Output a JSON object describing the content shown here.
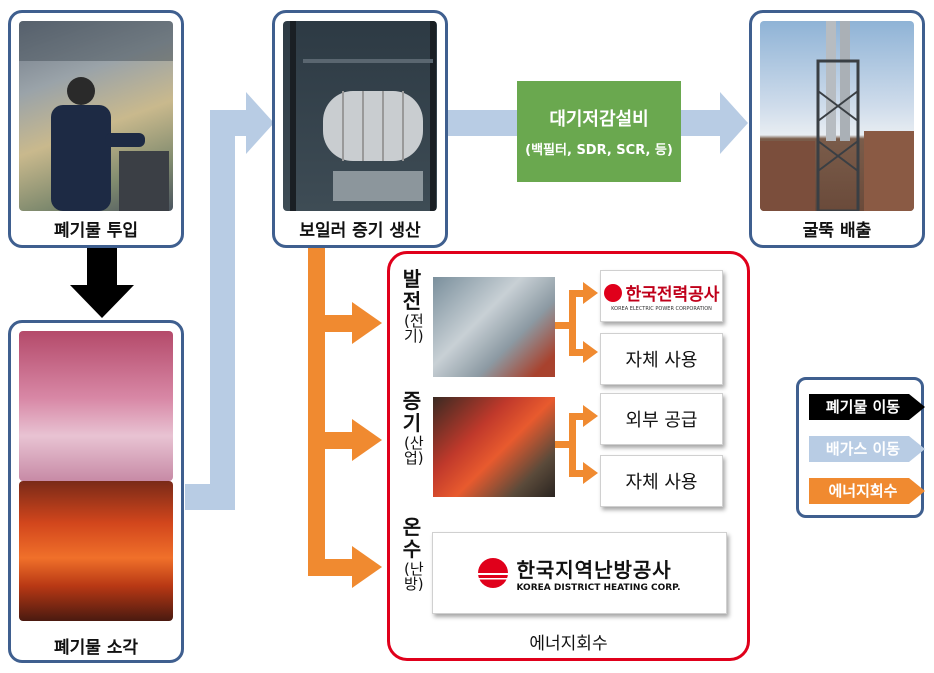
{
  "stages": {
    "input": "폐기물 투입",
    "incineration": "폐기물 소각",
    "boiler": "보일러 증기 생산",
    "stack": "굴뚝 배출"
  },
  "air_pollution_control": {
    "title": "대기저감설비",
    "detail": "(백필터, SDR, SCR, 등)"
  },
  "energy_recovery": {
    "title": "에너지회수",
    "electricity": {
      "main": "발전",
      "sub": "(전기)"
    },
    "steam": {
      "main": "증기",
      "sub": "(산업)"
    },
    "hot_water": {
      "main": "온수",
      "sub": "(난방)"
    },
    "kepco": {
      "name_ko": "한국전력공사",
      "name_en": "KOREA ELECTRIC POWER CORPORATION"
    },
    "self_use_1": "자체 사용",
    "external_supply": "외부 공급",
    "self_use_2": "자체 사용",
    "kdhc": {
      "name_ko": "한국지역난방공사",
      "name_en": "KOREA DISTRICT HEATING CORP."
    }
  },
  "legend": {
    "waste_flow": "폐기물 이동",
    "flue_gas_flow": "배가스 이동",
    "energy_recovery": "에너지회수"
  },
  "colors": {
    "card_border": "#3f5f8f",
    "waste_arrow": "#000000",
    "gas_arrow": "#b8cce4",
    "energy_arrow": "#f08a30",
    "apc_box": "#6aa84f",
    "energy_frame": "#e0001b"
  }
}
